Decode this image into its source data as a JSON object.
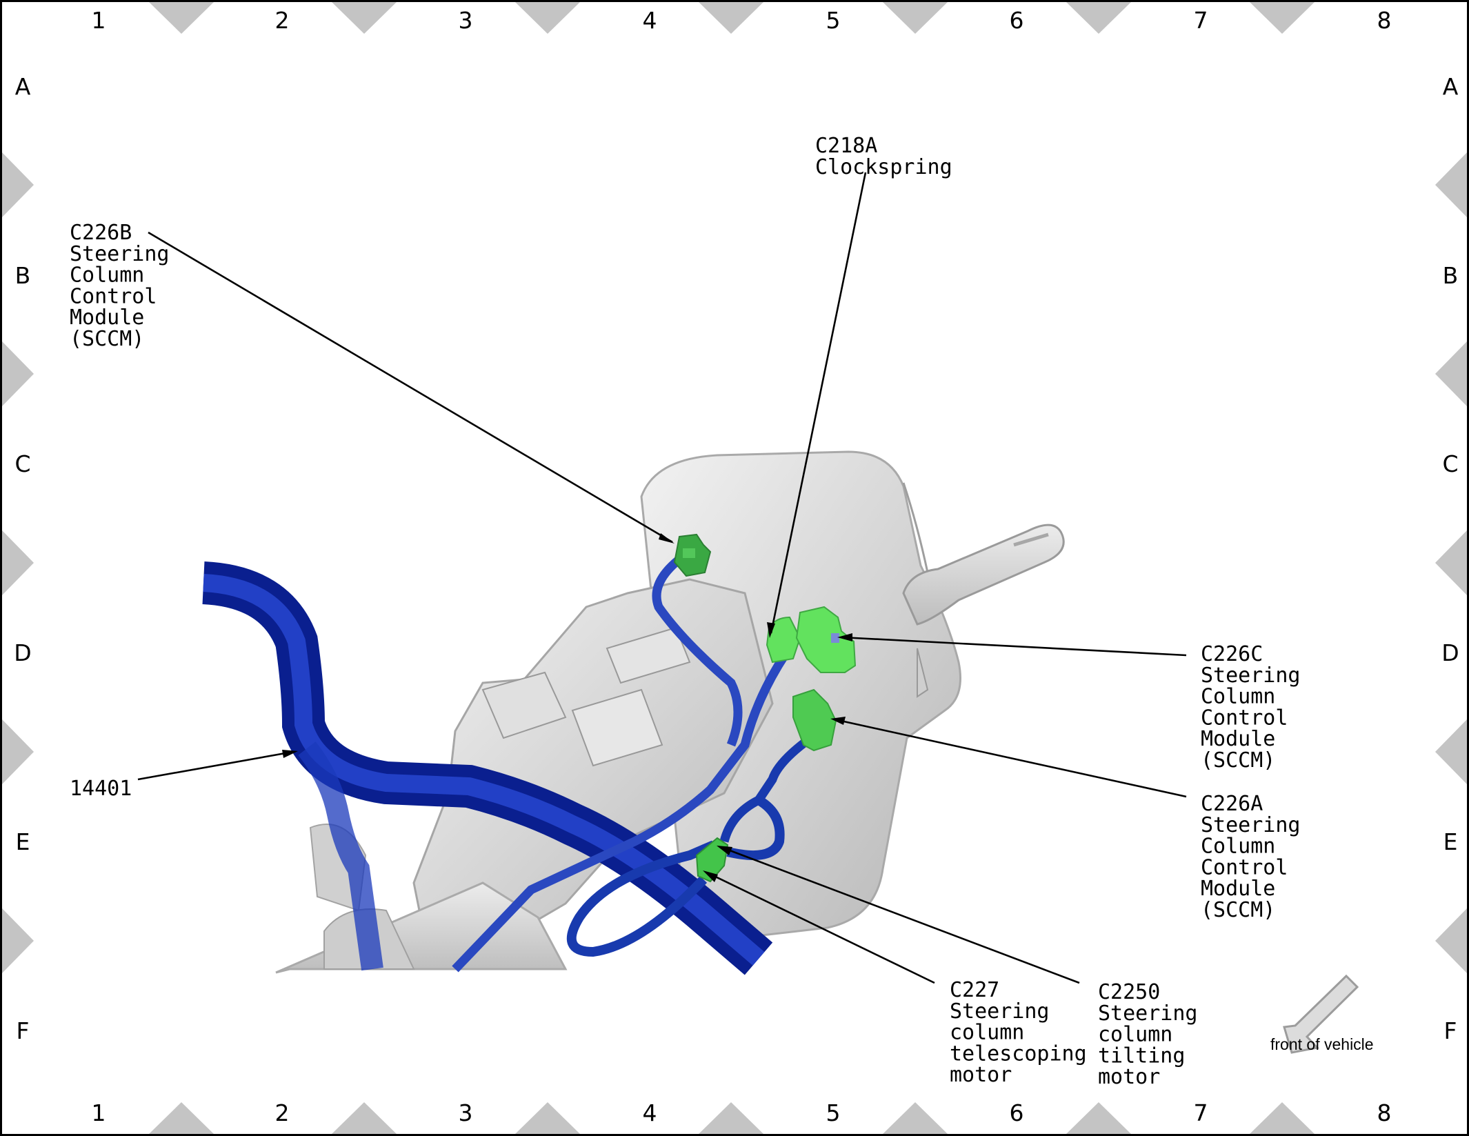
{
  "grid": {
    "columns": [
      "1",
      "2",
      "3",
      "4",
      "5",
      "6",
      "7",
      "8"
    ],
    "rows": [
      "A",
      "B",
      "C",
      "D",
      "E",
      "F"
    ]
  },
  "callouts": {
    "c218a": [
      "C218A",
      "Clockspring"
    ],
    "c226b": [
      "C226B",
      "Steering",
      "Column",
      "Control",
      "Module",
      "(SCCM)"
    ],
    "c226c": [
      "C226C",
      "Steering",
      "Column",
      "Control",
      "Module",
      "(SCCM)"
    ],
    "c226a": [
      "C226A",
      "Steering",
      "Column",
      "Control",
      "Module",
      "(SCCM)"
    ],
    "harness": [
      "14401"
    ],
    "c227": [
      "C227",
      "Steering",
      "column",
      "telescoping",
      "motor"
    ],
    "c2250": [
      "C2250",
      "Steering",
      "column",
      "tilting",
      "motor"
    ]
  },
  "orientation": {
    "label": "front of vehicle",
    "arrow_icon": "arrow-down-left-icon"
  },
  "colors": {
    "harness_blue": "#1030b0",
    "connector_green": "#62e25e",
    "connector_green_dark": "#3aa843",
    "housing_grey": "#d8d8d8",
    "grid_marker": "#c4c4c4"
  }
}
